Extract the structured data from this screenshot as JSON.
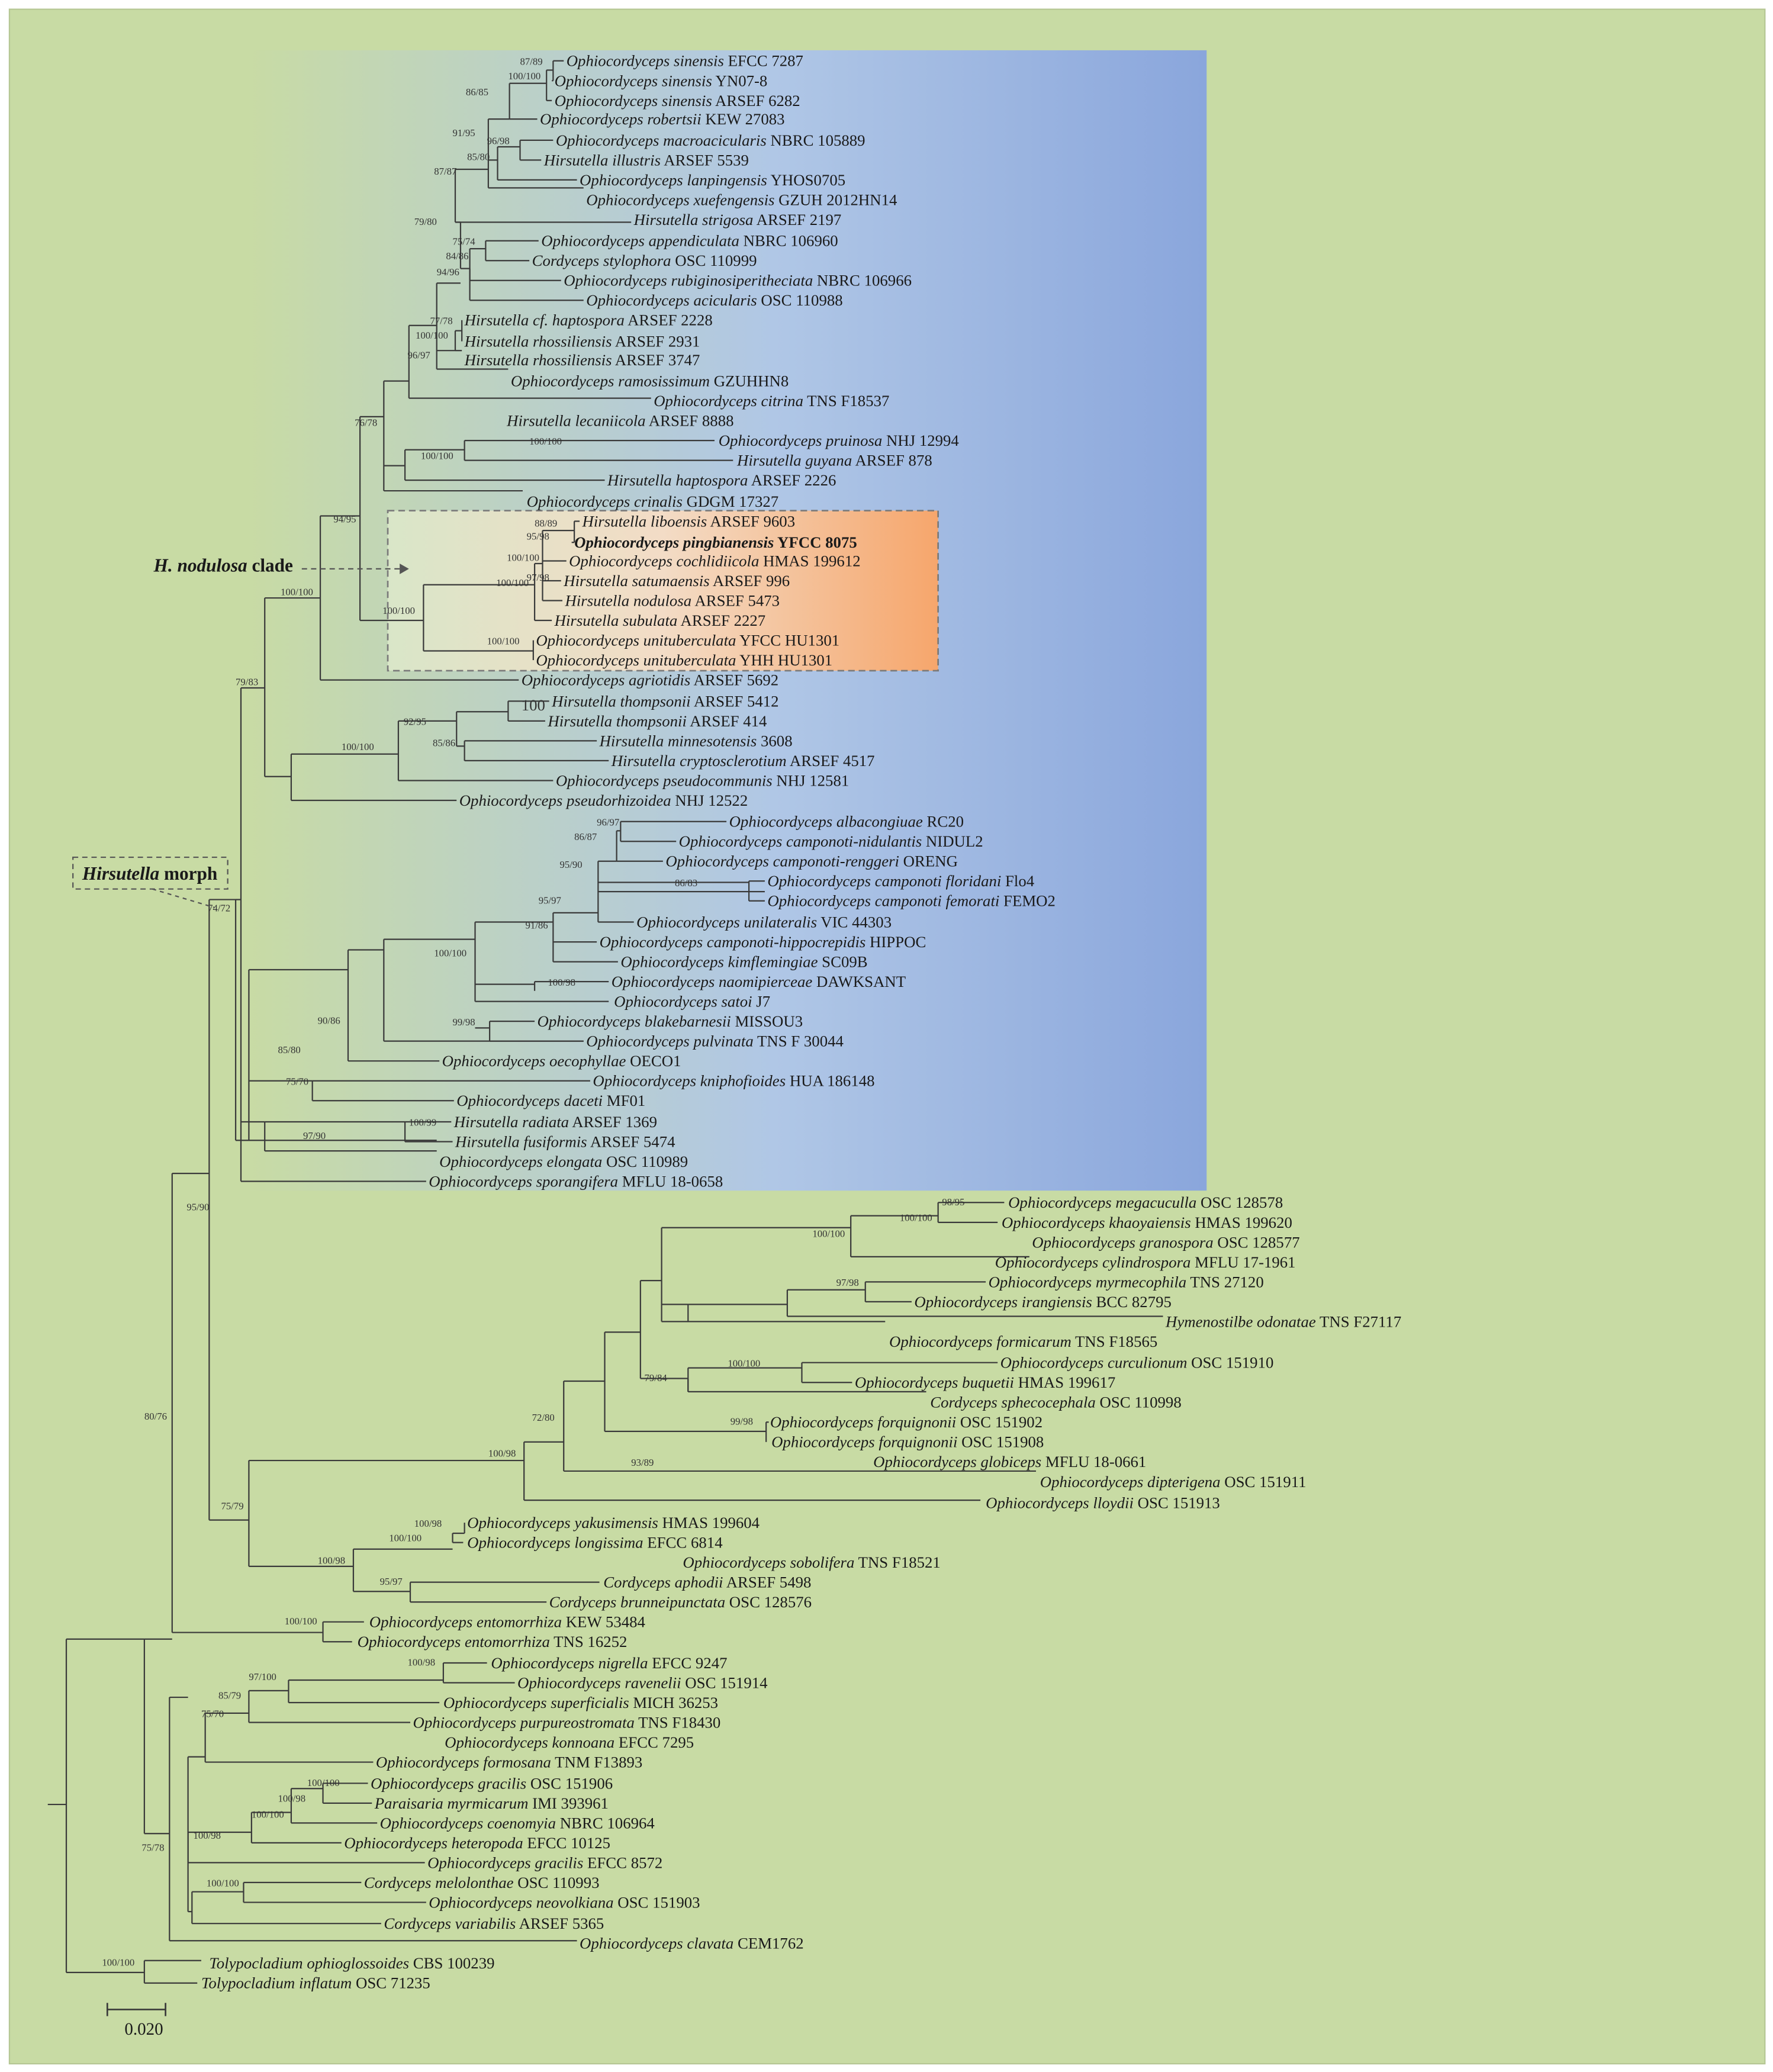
{
  "colors": {
    "background": "#c8dba4",
    "page": "#ffffff",
    "highlight_blue": "#8aa6dc",
    "highlight_orange": "#f6a66c",
    "branch": "#3a3a3a"
  },
  "labels": {
    "clade_label_genus": "H. nodulosa",
    "clade_label_word": "clade",
    "morph_label_genus": "Hirsutella",
    "morph_label_word": "morph",
    "scale_value": "0.020"
  },
  "tree": {
    "tips": [
      {
        "id": "t1",
        "genus": "Ophiocordyceps",
        "epithet": "sinensis",
        "voucher": "EFCC 7287"
      },
      {
        "id": "t2",
        "genus": "Ophiocordyceps",
        "epithet": "sinensis",
        "voucher": "YN07-8"
      },
      {
        "id": "t3",
        "genus": "Ophiocordyceps",
        "epithet": "sinensis",
        "voucher": "ARSEF 6282"
      },
      {
        "id": "t4",
        "genus": "Ophiocordyceps",
        "epithet": "robertsii",
        "voucher": "KEW 27083"
      },
      {
        "id": "t5",
        "genus": "Ophiocordyceps",
        "epithet": "macroacicularis",
        "voucher": "NBRC 105889"
      },
      {
        "id": "t6",
        "genus": "Hirsutella",
        "epithet": "illustris",
        "voucher": "ARSEF 5539"
      },
      {
        "id": "t7",
        "genus": "Ophiocordyceps",
        "epithet": "lanpingensis",
        "voucher": "YHOS0705"
      },
      {
        "id": "t8",
        "genus": "Ophiocordyceps",
        "epithet": "xuefengensis",
        "voucher": "GZUH 2012HN14"
      },
      {
        "id": "t9",
        "genus": "Hirsutella",
        "epithet": "strigosa",
        "voucher": "ARSEF 2197"
      },
      {
        "id": "t10",
        "genus": "Ophiocordyceps",
        "epithet": "appendiculata",
        "voucher": "NBRC 106960"
      },
      {
        "id": "t11",
        "genus": "Cordyceps",
        "epithet": "stylophora",
        "voucher": "OSC 110999"
      },
      {
        "id": "t12",
        "genus": "Ophiocordyceps",
        "epithet": "rubiginosiperitheciata",
        "voucher": "NBRC 106966"
      },
      {
        "id": "t13",
        "genus": "Ophiocordyceps",
        "epithet": "acicularis",
        "voucher": "OSC 110988"
      },
      {
        "id": "t14",
        "genus": "Hirsutella",
        "epithet": "cf. haptospora",
        "voucher": "ARSEF 2228"
      },
      {
        "id": "t15",
        "genus": "Hirsutella",
        "epithet": "rhossiliensis",
        "voucher": "ARSEF 2931"
      },
      {
        "id": "t16",
        "genus": "Hirsutella",
        "epithet": "rhossiliensis",
        "voucher": "ARSEF 3747"
      },
      {
        "id": "t17",
        "genus": "Ophiocordyceps",
        "epithet": "ramosissimum",
        "voucher": "GZUHHN8"
      },
      {
        "id": "t18",
        "genus": "Ophiocordyceps",
        "epithet": "citrina",
        "voucher": "TNS F18537"
      },
      {
        "id": "t19",
        "genus": "Hirsutella",
        "epithet": "lecaniicola",
        "voucher": "ARSEF 8888"
      },
      {
        "id": "t20",
        "genus": "Ophiocordyceps",
        "epithet": "pruinosa",
        "voucher": "NHJ 12994"
      },
      {
        "id": "t21",
        "genus": "Hirsutella",
        "epithet": "guyana",
        "voucher": "ARSEF 878"
      },
      {
        "id": "t22",
        "genus": "Hirsutella",
        "epithet": "haptospora",
        "voucher": "ARSEF 2226"
      },
      {
        "id": "t23",
        "genus": "Ophiocordyceps",
        "epithet": "crinalis",
        "voucher": "GDGM 17327"
      },
      {
        "id": "t24",
        "genus": "Hirsutella",
        "epithet": "liboensis",
        "voucher": "ARSEF 9603"
      },
      {
        "id": "t25",
        "genus": "Ophiocordyceps",
        "epithet": "pingbianensis",
        "voucher": "YFCC 8075"
      },
      {
        "id": "t26",
        "genus": "Ophiocordyceps",
        "epithet": "cochlidiicola",
        "voucher": "HMAS 199612"
      },
      {
        "id": "t27",
        "genus": "Hirsutella",
        "epithet": "satumaensis",
        "voucher": "ARSEF 996"
      },
      {
        "id": "t28",
        "genus": "Hirsutella",
        "epithet": "nodulosa",
        "voucher": "ARSEF 5473"
      },
      {
        "id": "t29",
        "genus": "Hirsutella",
        "epithet": "subulata",
        "voucher": "ARSEF 2227"
      },
      {
        "id": "t30",
        "genus": "Ophiocordyceps",
        "epithet": "unituberculata",
        "voucher": "YFCC HU1301"
      },
      {
        "id": "t31",
        "genus": "Ophiocordyceps",
        "epithet": "unituberculata",
        "voucher": "YHH HU1301"
      },
      {
        "id": "t32",
        "genus": "Ophiocordyceps",
        "epithet": "agriotidis",
        "voucher": "ARSEF 5692"
      },
      {
        "id": "t33",
        "genus": "Hirsutella",
        "epithet": "thompsonii",
        "voucher": "ARSEF 5412"
      },
      {
        "id": "t34",
        "genus": "Hirsutella",
        "epithet": "thompsonii",
        "voucher": "ARSEF 414"
      },
      {
        "id": "t35",
        "genus": "Hirsutella",
        "epithet": "minnesotensis",
        "voucher": "3608"
      },
      {
        "id": "t36",
        "genus": "Hirsutella",
        "epithet": "cryptosclerotium",
        "voucher": "ARSEF 4517"
      },
      {
        "id": "t37",
        "genus": "Ophiocordyceps",
        "epithet": "pseudocommunis",
        "voucher": "NHJ 12581"
      },
      {
        "id": "t38",
        "genus": "Ophiocordyceps",
        "epithet": "pseudorhizoidea",
        "voucher": "NHJ 12522"
      },
      {
        "id": "t39",
        "genus": "Ophiocordyceps",
        "epithet": "albacongiuae",
        "voucher": "RC20"
      },
      {
        "id": "t40",
        "genus": "Ophiocordyceps",
        "epithet": "camponoti-nidulantis",
        "voucher": "NIDUL2"
      },
      {
        "id": "t41",
        "genus": "Ophiocordyceps",
        "epithet": "camponoti-renggeri",
        "voucher": "ORENG"
      },
      {
        "id": "t42",
        "genus": "Ophiocordyceps",
        "epithet": "camponoti floridani",
        "voucher": "Flo4"
      },
      {
        "id": "t43",
        "genus": "Ophiocordyceps",
        "epithet": "camponoti femorati",
        "voucher": "FEMO2"
      },
      {
        "id": "t44",
        "genus": "Ophiocordyceps",
        "epithet": "unilateralis",
        "voucher": "VIC 44303"
      },
      {
        "id": "t45",
        "genus": "Ophiocordyceps",
        "epithet": "camponoti-hippocrepidis",
        "voucher": "HIPPOC"
      },
      {
        "id": "t46",
        "genus": "Ophiocordyceps",
        "epithet": "kimflemingiae",
        "voucher": "SC09B"
      },
      {
        "id": "t47",
        "genus": "Ophiocordyceps",
        "epithet": "naomipierceae",
        "voucher": "DAWKSANT"
      },
      {
        "id": "t48",
        "genus": "Ophiocordyceps",
        "epithet": "satoi",
        "voucher": "J7"
      },
      {
        "id": "t49",
        "genus": "Ophiocordyceps",
        "epithet": "blakebarnesii",
        "voucher": "MISSOU3"
      },
      {
        "id": "t50",
        "genus": "Ophiocordyceps",
        "epithet": "pulvinata",
        "voucher": "TNS F 30044"
      },
      {
        "id": "t51",
        "genus": "Ophiocordyceps",
        "epithet": "oecophyllae",
        "voucher": "OECO1"
      },
      {
        "id": "t52",
        "genus": "Ophiocordyceps",
        "epithet": "kniphofioides",
        "voucher": "HUA 186148"
      },
      {
        "id": "t53",
        "genus": "Ophiocordyceps",
        "epithet": "daceti",
        "voucher": "MF01"
      },
      {
        "id": "t54",
        "genus": "Hirsutella",
        "epithet": "radiata",
        "voucher": "ARSEF 1369"
      },
      {
        "id": "t55",
        "genus": "Hirsutella",
        "epithet": "fusiformis",
        "voucher": "ARSEF 5474"
      },
      {
        "id": "t56",
        "genus": "Ophiocordyceps",
        "epithet": "elongata",
        "voucher": "OSC 110989"
      },
      {
        "id": "t57",
        "genus": "Ophiocordyceps",
        "epithet": "sporangifera",
        "voucher": "MFLU 18-0658"
      },
      {
        "id": "t58",
        "genus": "Ophiocordyceps",
        "epithet": "megacuculla",
        "voucher": "OSC 128578"
      },
      {
        "id": "t59",
        "genus": "Ophiocordyceps",
        "epithet": "khaoyaiensis",
        "voucher": "HMAS 199620"
      },
      {
        "id": "t60",
        "genus": "Ophiocordyceps",
        "epithet": "granospora",
        "voucher": "OSC 128577"
      },
      {
        "id": "t61",
        "genus": "Ophiocordyceps",
        "epithet": "cylindrospora",
        "voucher": "MFLU 17-1961"
      },
      {
        "id": "t62",
        "genus": "Ophiocordyceps",
        "epithet": "myrmecophila",
        "voucher": "TNS 27120"
      },
      {
        "id": "t63",
        "genus": "Ophiocordyceps",
        "epithet": "irangiensis",
        "voucher": "BCC 82795"
      },
      {
        "id": "t64",
        "genus": "Hymenostilbe",
        "epithet": "odonatae",
        "voucher": "TNS F27117"
      },
      {
        "id": "t65",
        "genus": "Ophiocordyceps",
        "epithet": "formicarum",
        "voucher": "TNS F18565"
      },
      {
        "id": "t66",
        "genus": "Ophiocordyceps",
        "epithet": "curculionum",
        "voucher": "OSC 151910"
      },
      {
        "id": "t67",
        "genus": "Ophiocordyceps",
        "epithet": "buquetii",
        "voucher": "HMAS 199617"
      },
      {
        "id": "t68",
        "genus": "Cordyceps",
        "epithet": "sphecocephala",
        "voucher": "OSC 110998"
      },
      {
        "id": "t69",
        "genus": "Ophiocordyceps",
        "epithet": "forquignonii",
        "voucher": "OSC 151902"
      },
      {
        "id": "t70",
        "genus": "Ophiocordyceps",
        "epithet": "forquignonii",
        "voucher": "OSC 151908"
      },
      {
        "id": "t71",
        "genus": "Ophiocordyceps",
        "epithet": "globiceps",
        "voucher": "MFLU 18-0661"
      },
      {
        "id": "t72",
        "genus": "Ophiocordyceps",
        "epithet": "dipterigena",
        "voucher": "OSC 151911"
      },
      {
        "id": "t73",
        "genus": "Ophiocordyceps",
        "epithet": "lloydii",
        "voucher": "OSC 151913"
      },
      {
        "id": "t74",
        "genus": "Ophiocordyceps",
        "epithet": "yakusimensis",
        "voucher": "HMAS 199604"
      },
      {
        "id": "t75",
        "genus": "Ophiocordyceps",
        "epithet": "longissima",
        "voucher": "EFCC 6814"
      },
      {
        "id": "t76",
        "genus": "Ophiocordyceps",
        "epithet": "sobolifera",
        "voucher": "TNS F18521"
      },
      {
        "id": "t77",
        "genus": "Cordyceps",
        "epithet": "aphodii",
        "voucher": "ARSEF 5498"
      },
      {
        "id": "t78",
        "genus": "Cordyceps",
        "epithet": "brunneipunctata",
        "voucher": "OSC 128576"
      },
      {
        "id": "t79",
        "genus": "Ophiocordyceps",
        "epithet": "entomorrhiza",
        "voucher": "KEW 53484"
      },
      {
        "id": "t80",
        "genus": "Ophiocordyceps",
        "epithet": "entomorrhiza",
        "voucher": "TNS 16252"
      },
      {
        "id": "t81",
        "genus": "Ophiocordyceps",
        "epithet": "nigrella",
        "voucher": "EFCC 9247"
      },
      {
        "id": "t82",
        "genus": "Ophiocordyceps",
        "epithet": "ravenelii",
        "voucher": "OSC 151914"
      },
      {
        "id": "t83",
        "genus": "Ophiocordyceps",
        "epithet": "superficialis",
        "voucher": "MICH 36253"
      },
      {
        "id": "t84",
        "genus": "Ophiocordyceps",
        "epithet": "purpureostromata",
        "voucher": "TNS F18430"
      },
      {
        "id": "t85",
        "genus": "Ophiocordyceps",
        "epithet": "konnoana",
        "voucher": "EFCC 7295"
      },
      {
        "id": "t86",
        "genus": "Ophiocordyceps",
        "epithet": "formosana",
        "voucher": "TNM F13893"
      },
      {
        "id": "t87",
        "genus": "Ophiocordyceps",
        "epithet": "gracilis",
        "voucher": "OSC 151906"
      },
      {
        "id": "t88",
        "genus": "Paraisaria",
        "epithet": "myrmicarum",
        "voucher": "IMI 393961"
      },
      {
        "id": "t89",
        "genus": "Ophiocordyceps",
        "epithet": "coenomyia",
        "voucher": "NBRC 106964"
      },
      {
        "id": "t90",
        "genus": "Ophiocordyceps",
        "epithet": "heteropoda",
        "voucher": "EFCC 10125"
      },
      {
        "id": "t91",
        "genus": "Ophiocordyceps",
        "epithet": "gracilis",
        "voucher": "EFCC 8572"
      },
      {
        "id": "t92",
        "genus": "Cordyceps",
        "epithet": "melolonthae",
        "voucher": "OSC 110993"
      },
      {
        "id": "t93",
        "genus": "Ophiocordyceps",
        "epithet": "neovolkiana",
        "voucher": "OSC 151903"
      },
      {
        "id": "t94",
        "genus": "Cordyceps",
        "epithet": "variabilis",
        "voucher": "ARSEF 5365"
      },
      {
        "id": "t95",
        "genus": "Ophiocordyceps",
        "epithet": "clavata",
        "voucher": "CEM1762"
      },
      {
        "id": "t96",
        "genus": "Tolypocladium",
        "epithet": "ophioglossoides",
        "voucher": "CBS 100239"
      },
      {
        "id": "t97",
        "genus": "Tolypocladium",
        "epithet": "inflatum",
        "voucher": "OSC 71235"
      }
    ],
    "support_values": [
      "87/89",
      "100/100",
      "86/85",
      "91/95",
      "96/98",
      "85/80",
      "87/87",
      "79/80",
      "75/74",
      "84/86",
      "94/96",
      "77/78",
      "100/100",
      "96/97",
      "76/78",
      "100/100",
      "100/100",
      "94/95",
      "88/89",
      "95/98",
      "100/100",
      "97/98",
      "100/100",
      "100/100",
      "100/100",
      "100/100",
      "79/83",
      "100",
      "92/95",
      "85/86",
      "100/100",
      "96/97",
      "86/87",
      "95/90",
      "86/83",
      "95/97",
      "91/86",
      "100/100",
      "100/98",
      "99/98",
      "90/86",
      "85/80",
      "75/70",
      "100/99",
      "97/90",
      "74/72",
      "95/90",
      "98/95",
      "100/100",
      "100/100",
      "97/98",
      "100/100",
      "79/84",
      "72/80",
      "99/98",
      "100/98",
      "93/89",
      "75/79",
      "100/98",
      "100/100",
      "100/98",
      "95/97",
      "80/76",
      "100/100",
      "100/98",
      "97/100",
      "85/79",
      "75/70",
      "100/100",
      "100/98",
      "100/100",
      "100/98",
      "75/78",
      "100/100",
      "100/100"
    ]
  }
}
